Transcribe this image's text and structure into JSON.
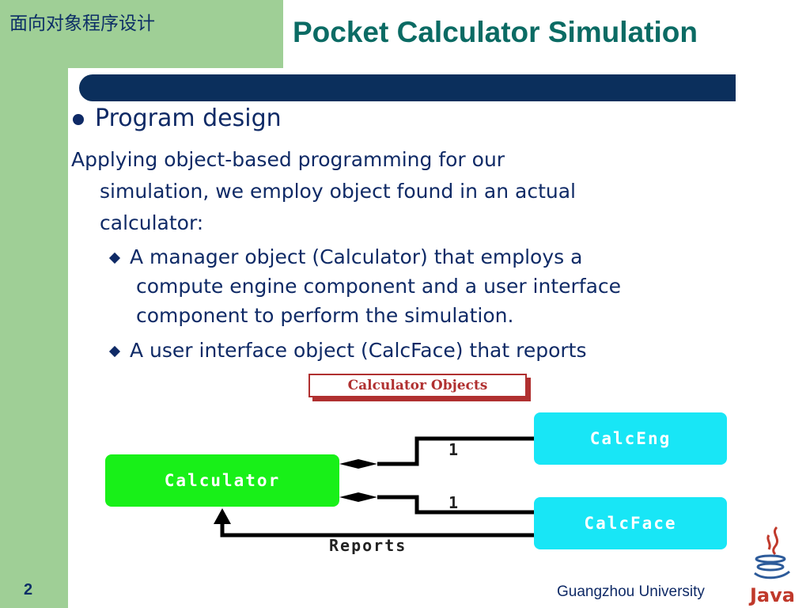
{
  "header": {
    "course": "面向对象程序设计",
    "title": "Pocket Calculator Simulation"
  },
  "content": {
    "bullet": "Program design",
    "paragraph": {
      "line1": "Applying object-based programming for our",
      "line2": "simulation, we employ object found in an actual",
      "line3": "calculator:"
    },
    "subs": [
      {
        "line1": "A manager object (Calculator) that employs a",
        "line2": "compute engine component and a user interface",
        "line3": "component to perform the simulation."
      },
      {
        "line1": "A user interface object (CalcFace) that reports"
      }
    ]
  },
  "diagram": {
    "label": "Calculator Objects",
    "calculator": "Calculator",
    "engine": "CalcEng",
    "face": "CalcFace",
    "mult1": "1",
    "mult2": "1",
    "reports": "Reports"
  },
  "footer": {
    "page": "2",
    "university": "Guangzhou University",
    "logo_text": "Java"
  },
  "colors": {
    "sidebar": "#9fcf96",
    "title": "#0b6b64",
    "navy": "#0b2f5c",
    "calculator_box": "#18f018",
    "component_box": "#18e6f6"
  }
}
